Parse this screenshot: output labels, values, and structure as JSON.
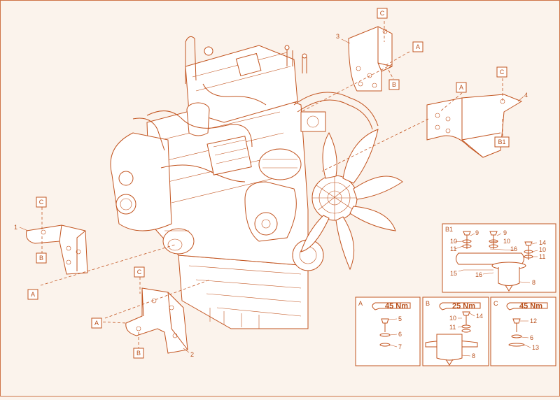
{
  "callouts": {
    "c_top": "C",
    "a_top": "A",
    "b_top": "B",
    "c_right": "C",
    "a_right": "A",
    "b1_right": "B1",
    "c_left": "C",
    "b_left": "B",
    "a_left": "A",
    "c_bottom": "C",
    "a_bottom": "A",
    "b_bottom": "B"
  },
  "part_numbers": {
    "p1": "1",
    "p2": "2",
    "p3": "3",
    "p4": "4"
  },
  "detail_b1": {
    "title": "B1",
    "items": [
      "9",
      "9",
      "10",
      "10",
      "11",
      "16",
      "14",
      "10",
      "11",
      "15",
      "16",
      "8"
    ]
  },
  "detail_a": {
    "title": "A",
    "torque": "45 Nm",
    "items": [
      "5",
      "6",
      "7"
    ]
  },
  "detail_b": {
    "title": "B",
    "torque": "25 Nm",
    "items": [
      "10",
      "14",
      "11",
      "8"
    ]
  },
  "detail_c": {
    "title": "C",
    "torque": "45 Nm",
    "items": [
      "12",
      "6",
      "13"
    ]
  },
  "colors": {
    "line": "#c2541f",
    "background": "#fbf3ec"
  }
}
